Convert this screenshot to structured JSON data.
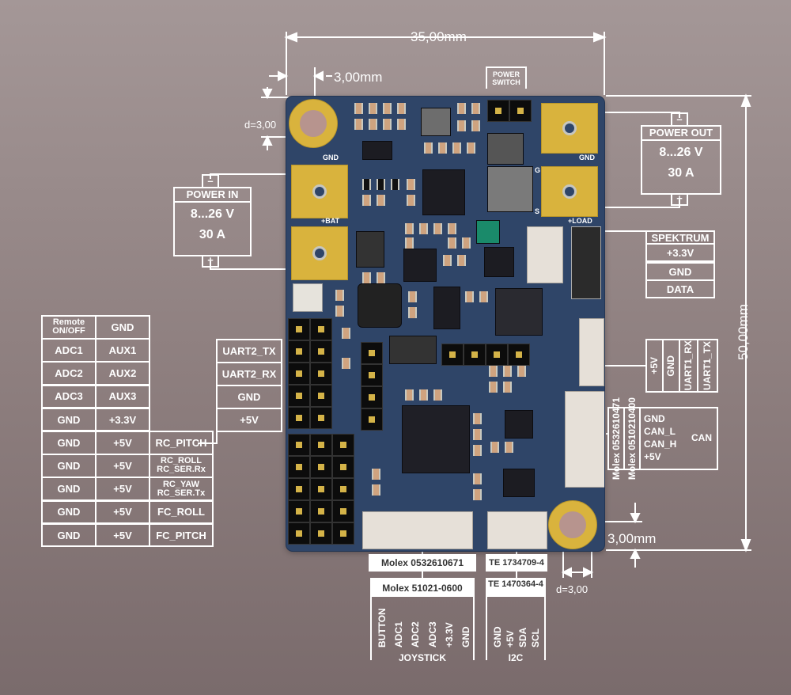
{
  "dimensions": {
    "width": "35,00mm",
    "height": "50,00mm",
    "top_hole_offset": "3,00mm",
    "top_hole_dia": "d=3,00",
    "bottom_hole_offset": "3,00mm",
    "bottom_hole_dia": "d=3,00"
  },
  "power_switch": {
    "line1": "POWER",
    "line2": "SWITCH"
  },
  "power_in": {
    "title": "POWER IN",
    "minus": "–",
    "voltage": "8...26 V",
    "current": "30 A",
    "plus": "+"
  },
  "power_out": {
    "title": "POWER OUT",
    "minus": "–",
    "voltage": "8...26 V",
    "current": "30 A",
    "plus": "+"
  },
  "pcb_labels": {
    "gnd_left": "GND",
    "bat": "+BAT",
    "gnd_right": "GND",
    "load": "+LOAD",
    "g": "G",
    "s": "S"
  },
  "spektrum": {
    "title": "SPEKTRUM",
    "pins": [
      "+3.3V",
      "GND",
      "DATA"
    ]
  },
  "uart1": {
    "pins": [
      "+5V",
      "GND",
      "UART1_RX",
      "UART1_TX"
    ]
  },
  "uart2": {
    "pins": [
      "UART2_TX",
      "UART2_RX",
      "GND",
      "+5V"
    ]
  },
  "left_grid": {
    "rows": [
      [
        "Remote ON/OFF",
        "GND",
        ""
      ],
      [
        "ADC1",
        "AUX1",
        ""
      ],
      [
        "ADC2",
        "AUX2",
        ""
      ],
      [
        "ADC3",
        "AUX3",
        ""
      ],
      [
        "GND",
        "+3.3V",
        ""
      ],
      [
        "GND",
        "+5V",
        "RC_PITCH"
      ],
      [
        "GND",
        "+5V",
        "RC_ROLL\nRC_SER.Rx"
      ],
      [
        "GND",
        "+5V",
        "RC_YAW\nRC_SER.Tx"
      ],
      [
        "GND",
        "+5V",
        "FC_ROLL"
      ],
      [
        "GND",
        "+5V",
        "FC_PITCH"
      ]
    ]
  },
  "can": {
    "molex1": "Molex 0532610471",
    "molex2": "Molex 0510210400",
    "pins": [
      "GND",
      "CAN_L",
      "CAN_H",
      "+5V"
    ],
    "label": "CAN"
  },
  "joystick": {
    "molex_top": "Molex 0532610671",
    "molex": "Molex 51021-0600",
    "pins": [
      "BUTTON",
      "ADC1",
      "ADC2",
      "ADC3",
      "+3.3V",
      "GND"
    ],
    "label": "JOYSTICK"
  },
  "i2c": {
    "te_top": "TE 1734709-4",
    "te": "TE 1470364-4",
    "pins": [
      "GND",
      "+5V",
      "SDA",
      "SCL"
    ],
    "label": "I2C"
  },
  "colors": {
    "pcb": "#2f4568",
    "pad": "#d9b33d",
    "background": "#8d7e7e",
    "line": "#ffffff"
  }
}
